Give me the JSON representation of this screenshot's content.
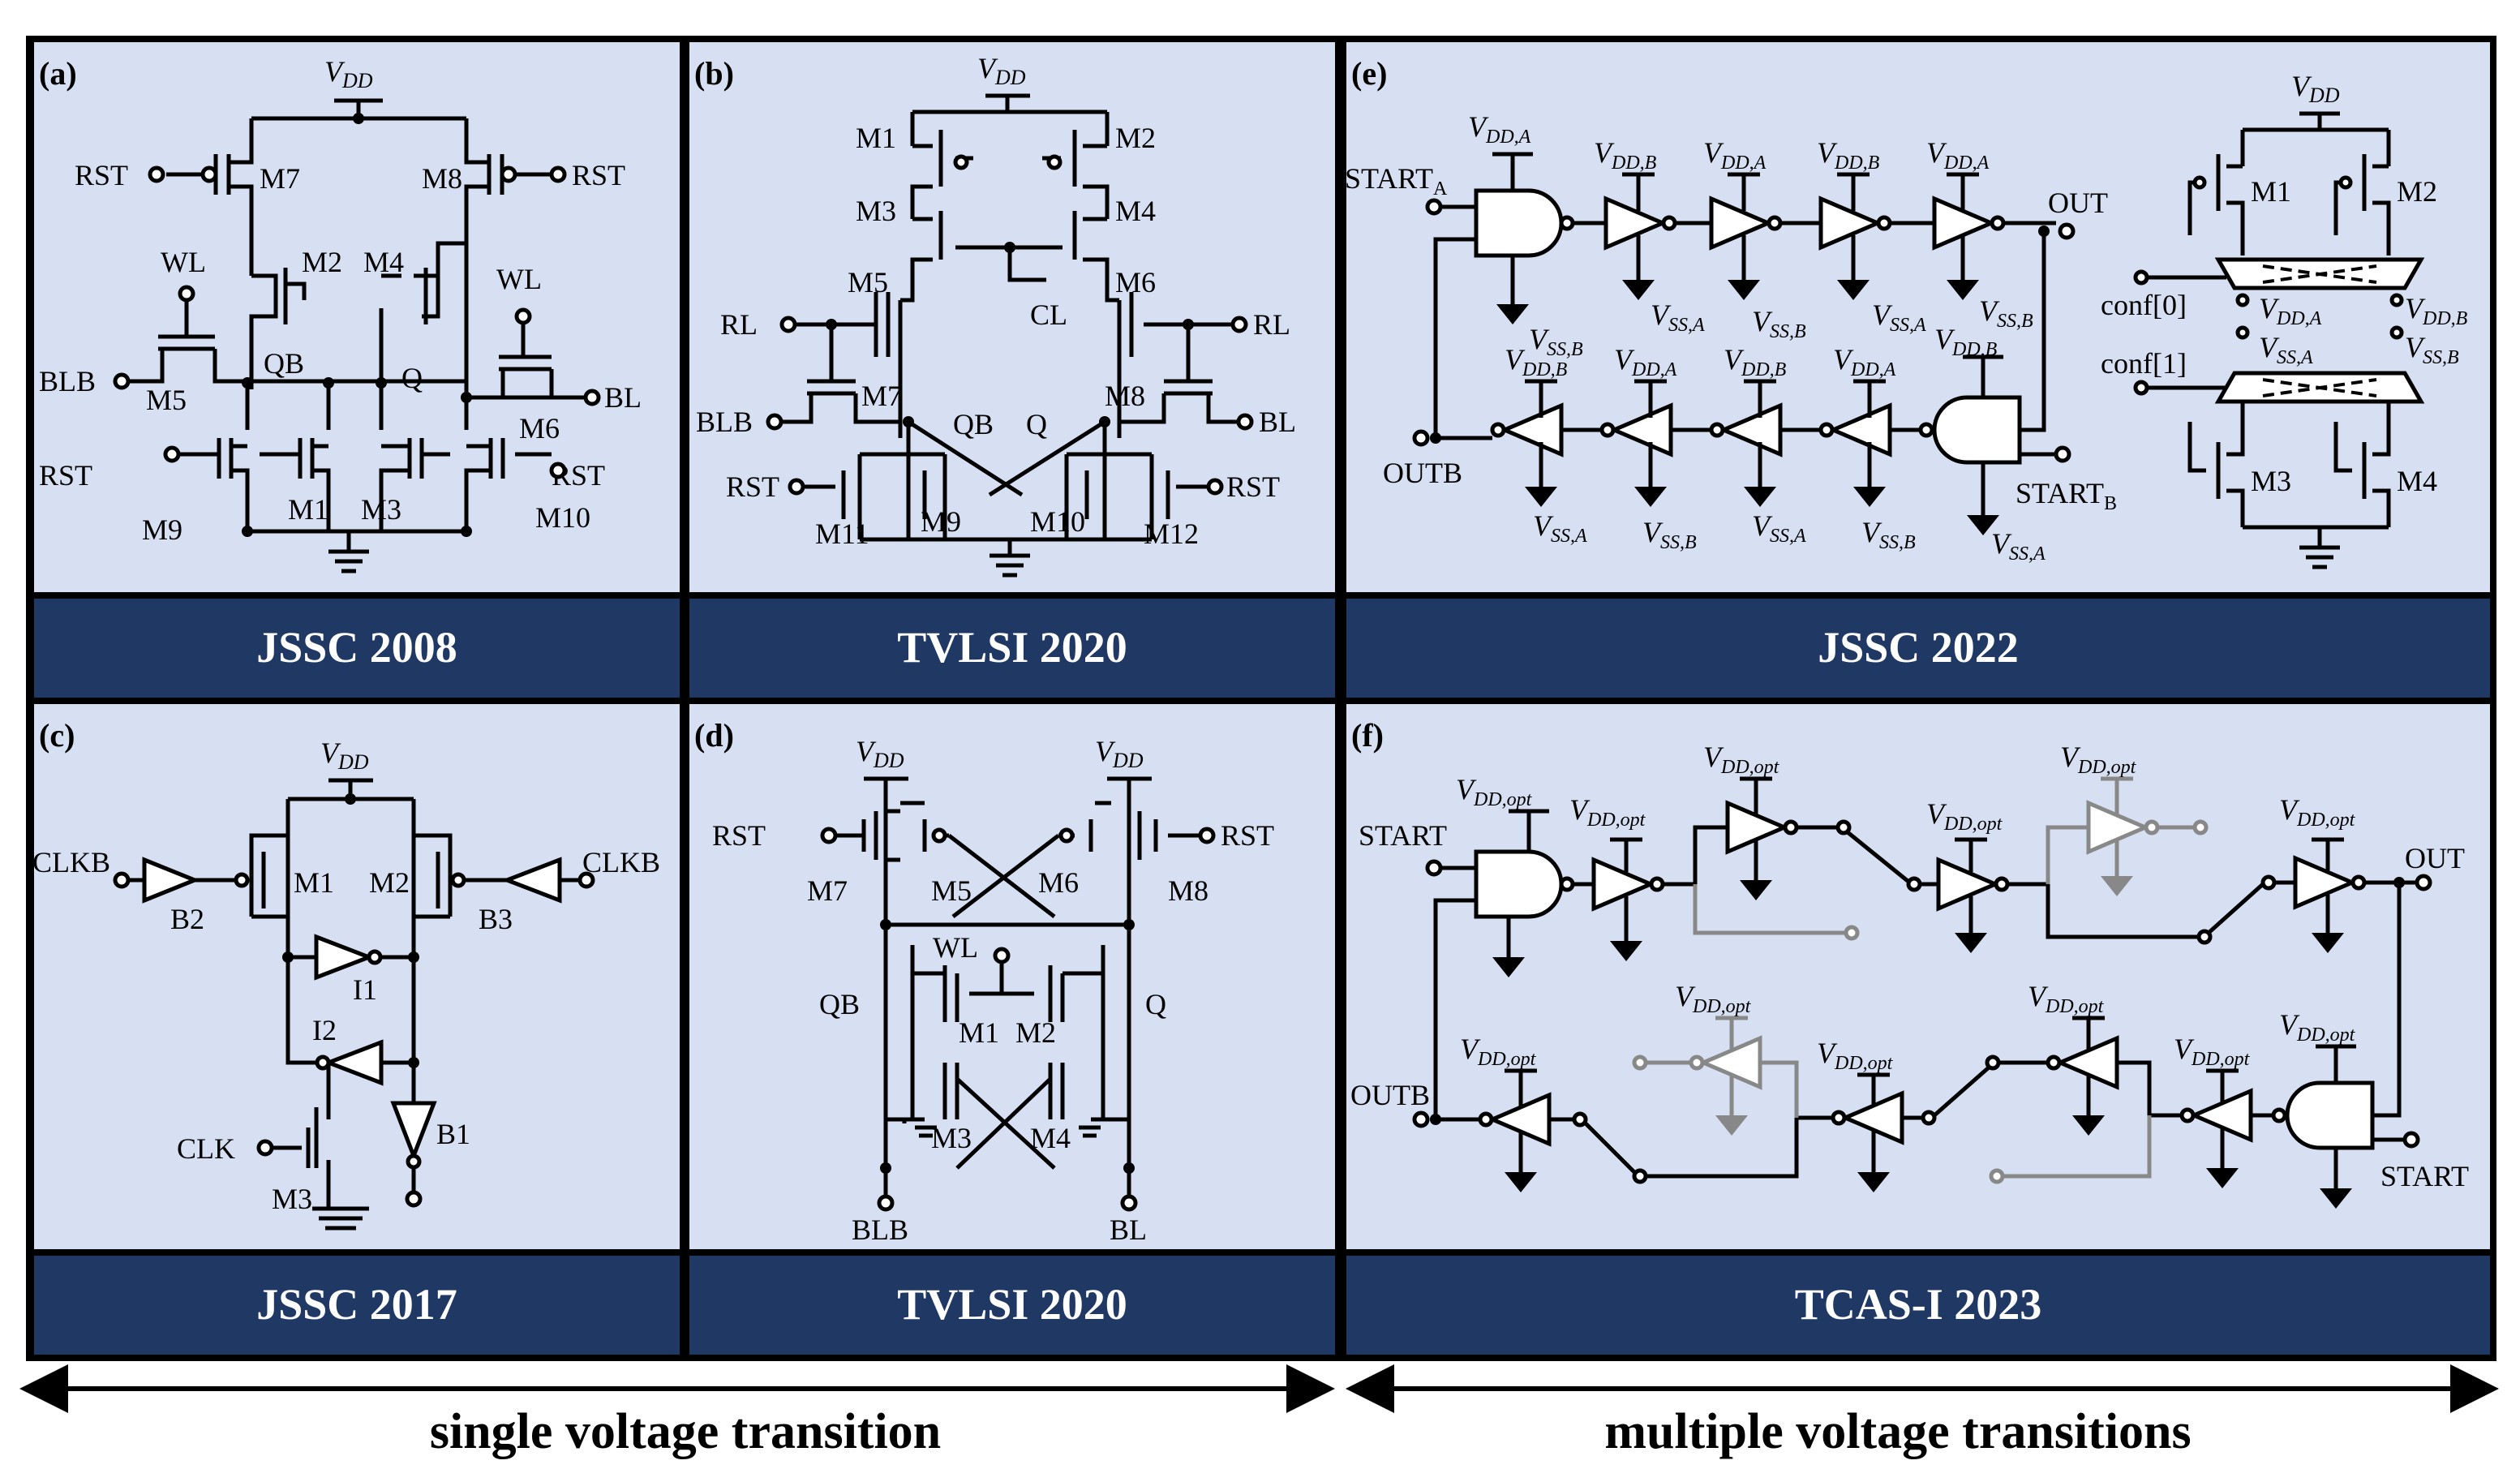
{
  "panels": {
    "a": {
      "tag": "(a)",
      "venue": "JSSC 2008"
    },
    "b": {
      "tag": "(b)",
      "venue": "TVLSI 2020"
    },
    "c": {
      "tag": "(c)",
      "venue": "JSSC 2017"
    },
    "d": {
      "tag": "(d)",
      "venue": "TVLSI 2020"
    },
    "e": {
      "tag": "(e)",
      "venue": "JSSC 2022"
    },
    "f": {
      "tag": "(f)",
      "venue": "TCAS-I 2023"
    }
  },
  "bottom": {
    "left": "single voltage transition",
    "right": "multiple voltage transitions"
  },
  "labels": {
    "vdd": "V",
    "vdd_sub": "DD",
    "rst": "RST",
    "wl": "WL",
    "bl": "BL",
    "blb": "BLB",
    "rl": "RL",
    "cl": "CL",
    "q": "Q",
    "qb": "QB",
    "clk": "CLK",
    "clkb": "CLKB",
    "start": "START",
    "start_a": "START",
    "start_a_sub": "A",
    "start_b_sub": "B",
    "out": "OUT",
    "outb": "OUTB",
    "conf0": "conf[0]",
    "conf1": "conf[1]",
    "m1": "M1",
    "m2": "M2",
    "m3": "M3",
    "m4": "M4",
    "m5": "M5",
    "m6": "M6",
    "m7": "M7",
    "m8": "M8",
    "m9": "M9",
    "m10": "M10",
    "m11": "M11",
    "m12": "M12",
    "b1": "B1",
    "b2": "B2",
    "b3": "B3",
    "i1": "I1",
    "i2": "I2",
    "vdda": "DD,A",
    "vddb": "DD,B",
    "vssa": "SS,A",
    "vssb": "SS,B",
    "vddopt": "DD,opt"
  },
  "colors": {
    "panel_bg": "#d6e0f2",
    "title_bar": "#1f3864",
    "frame": "#000000",
    "disabled": "#888888"
  }
}
